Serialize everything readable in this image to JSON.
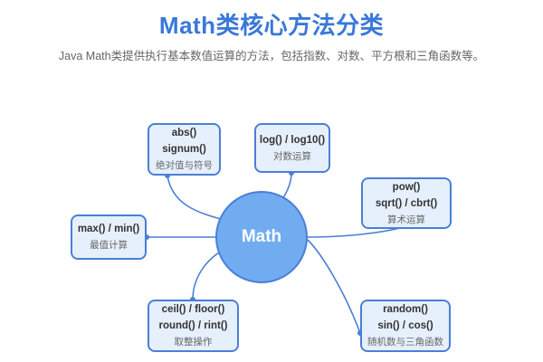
{
  "header": {
    "title": "Math类核心方法分类",
    "subtitle": "Java Math类提供执行基本数值运算的方法，包括指数、对数、平方根和三角函数等。"
  },
  "center": {
    "label": "Math"
  },
  "nodes": [
    {
      "id": "abs",
      "lines": [
        "abs()",
        "signum()"
      ],
      "desc": "绝对值与符号"
    },
    {
      "id": "log",
      "lines": [
        "log() / log10()"
      ],
      "desc": "对数运算"
    },
    {
      "id": "pow",
      "lines": [
        "pow()",
        "sqrt() / cbrt()"
      ],
      "desc": "算术运算"
    },
    {
      "id": "max",
      "lines": [
        "max() / min()"
      ],
      "desc": "最值计算"
    },
    {
      "id": "ceil",
      "lines": [
        "ceil() / floor()",
        "round() / rint()"
      ],
      "desc": "取整操作"
    },
    {
      "id": "random",
      "lines": [
        "random()",
        "sin() / cos()"
      ],
      "desc": "随机数与三角函数"
    }
  ],
  "colors": {
    "title": "#3a78d8",
    "node_fill": "#e6f0fc",
    "node_border": "#4a7fd6",
    "center_fill": "#71acf1",
    "link": "#4a7fd6"
  }
}
